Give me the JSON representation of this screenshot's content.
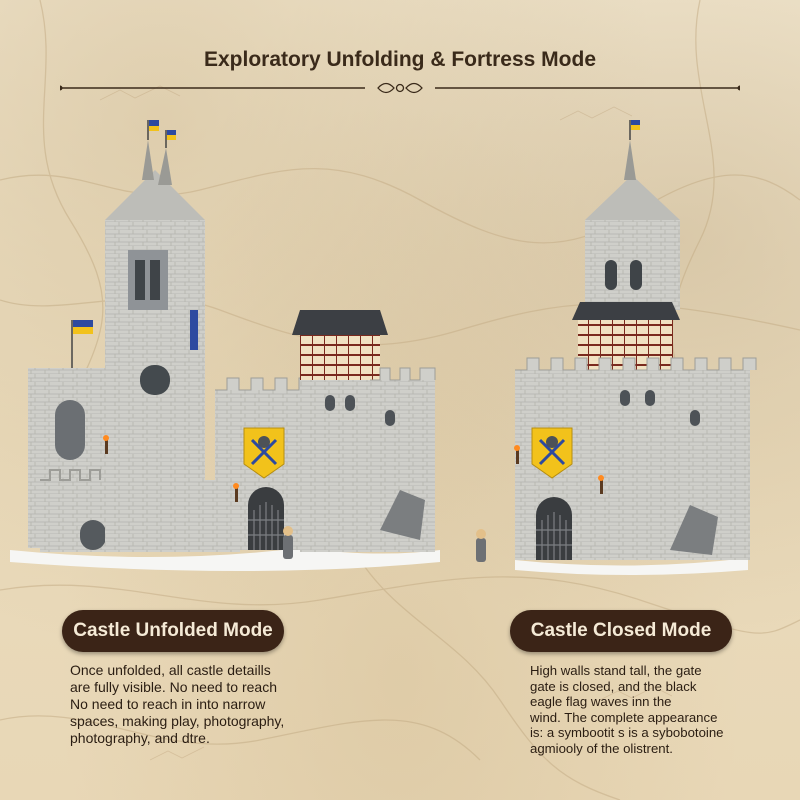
{
  "title": "Exploratory Unfolding & Fortress Mode",
  "left_panel": {
    "label": "Castle Unfolded Mode",
    "lines": [
      "Once unfolded, all castle detaills",
      "are fully visible. No need to reach",
      "No need to reach in into narrow",
      "spaces, making play, photography,",
      "photography, and dtre."
    ]
  },
  "right_panel": {
    "label": "Castle Closed Mode",
    "lines": [
      "High walls stand tall, the gate",
      "gate is closed, and the black",
      "eagle flag waves inn the",
      "wind. The complete appearance",
      "is: a symbootit s is a sybobotoine",
      "agmiooly of the olistrent."
    ]
  },
  "colors": {
    "pill_bg": "#3b2417",
    "pill_text": "#f5ead6",
    "stone": "#c9c9c4",
    "roof_red": "#7a2a1e",
    "banner_yellow": "#f2c21b"
  }
}
